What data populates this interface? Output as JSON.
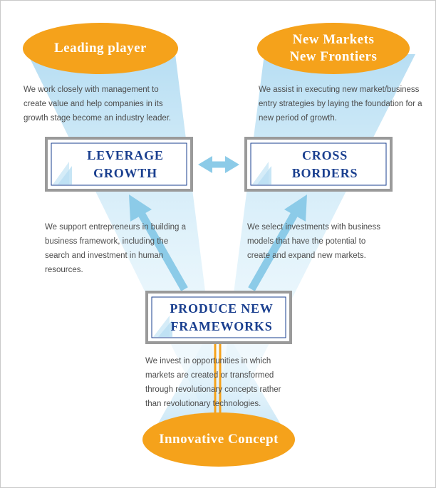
{
  "nodes": {
    "leading_player": {
      "label": "Leading player"
    },
    "new_markets": {
      "lines": [
        "New Markets",
        "New Frontiers"
      ]
    },
    "innovative_concept": {
      "label": "Innovative Concept"
    },
    "leverage_growth": {
      "lines": [
        "LEVERAGE",
        "GROWTH"
      ]
    },
    "cross_borders": {
      "lines": [
        "CROSS",
        "BORDERS"
      ]
    },
    "produce_frameworks": {
      "lines": [
        "PRODUCE NEW",
        "FRAMEWORKS"
      ]
    }
  },
  "descriptions": {
    "leading_player": [
      "We work closely with management to",
      "create value and help companies in its",
      "growth stage become an industry leader."
    ],
    "new_markets": [
      "We assist in executing new market/business",
      "entry strategies by laying the foundation for a",
      "new period of growth."
    ],
    "leverage_growth": [
      "We support entrepreneurs in building a",
      "business framework, including the",
      "search and investment in human",
      "resources."
    ],
    "cross_borders": [
      "We select investments with business",
      "models that have the potential to",
      "create and expand new markets."
    ],
    "produce_frameworks": [
      "We invest in opportunities in which",
      "markets are created or transformed",
      "through revolutionary concepts rather",
      "than revolutionary technologies."
    ]
  },
  "colors": {
    "oval": "#f5a21b",
    "beam": "#bfe3f5",
    "arrow": "#8ccbe8",
    "box_border": "#9a9a9a",
    "box_text": "#1a3f8f",
    "text": "#4d4d4d",
    "connector": "#f5a21b"
  }
}
